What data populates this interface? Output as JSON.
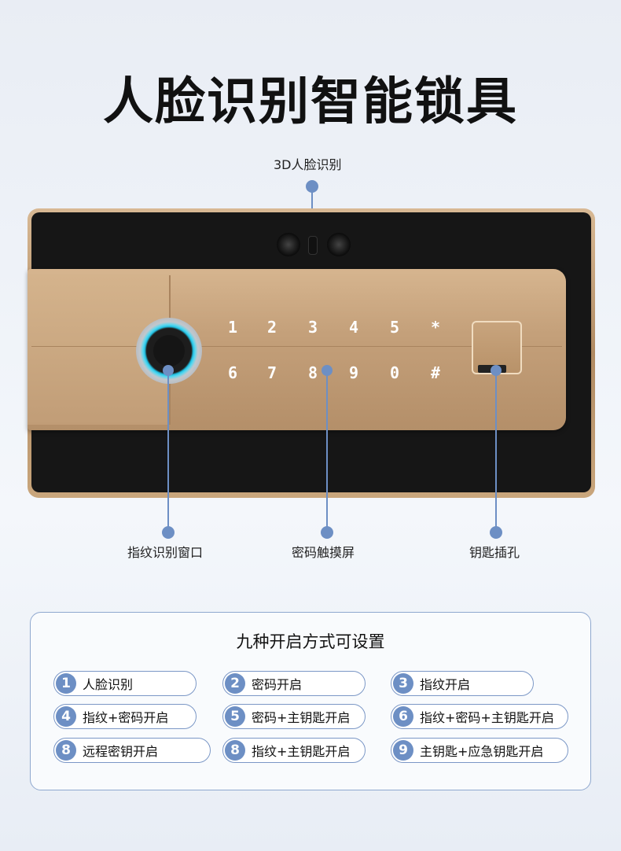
{
  "title": "人脸识别智能锁具",
  "callouts": {
    "face": "3D人脸识别",
    "fingerprint": "指纹识别窗口",
    "touchscreen": "密码触摸屏",
    "keyhole": "钥匙插孔"
  },
  "keypad": {
    "row1": [
      "1",
      "2",
      "3",
      "4",
      "5",
      "*"
    ],
    "row2": [
      "6",
      "7",
      "8",
      "9",
      "0",
      "#"
    ]
  },
  "modes": {
    "title": "九种开启方式可设置",
    "items": [
      {
        "num": "1",
        "label": "人脸识别"
      },
      {
        "num": "2",
        "label": "密码开启"
      },
      {
        "num": "3",
        "label": "指纹开启"
      },
      {
        "num": "4",
        "label": "指纹+密码开启"
      },
      {
        "num": "5",
        "label": "密码+主钥匙开启"
      },
      {
        "num": "6",
        "label": "指纹+密码+主钥匙开启"
      },
      {
        "num": "8",
        "label": "远程密钥开启"
      },
      {
        "num": "8",
        "label": "指纹+主钥匙开启"
      },
      {
        "num": "9",
        "label": "主钥匙+应急钥匙开启"
      }
    ]
  },
  "colors": {
    "accent": "#6d8fc4",
    "gold": "#c4a07a",
    "black_panel": "#161616",
    "fingerprint_ring": "#23c4e6"
  }
}
